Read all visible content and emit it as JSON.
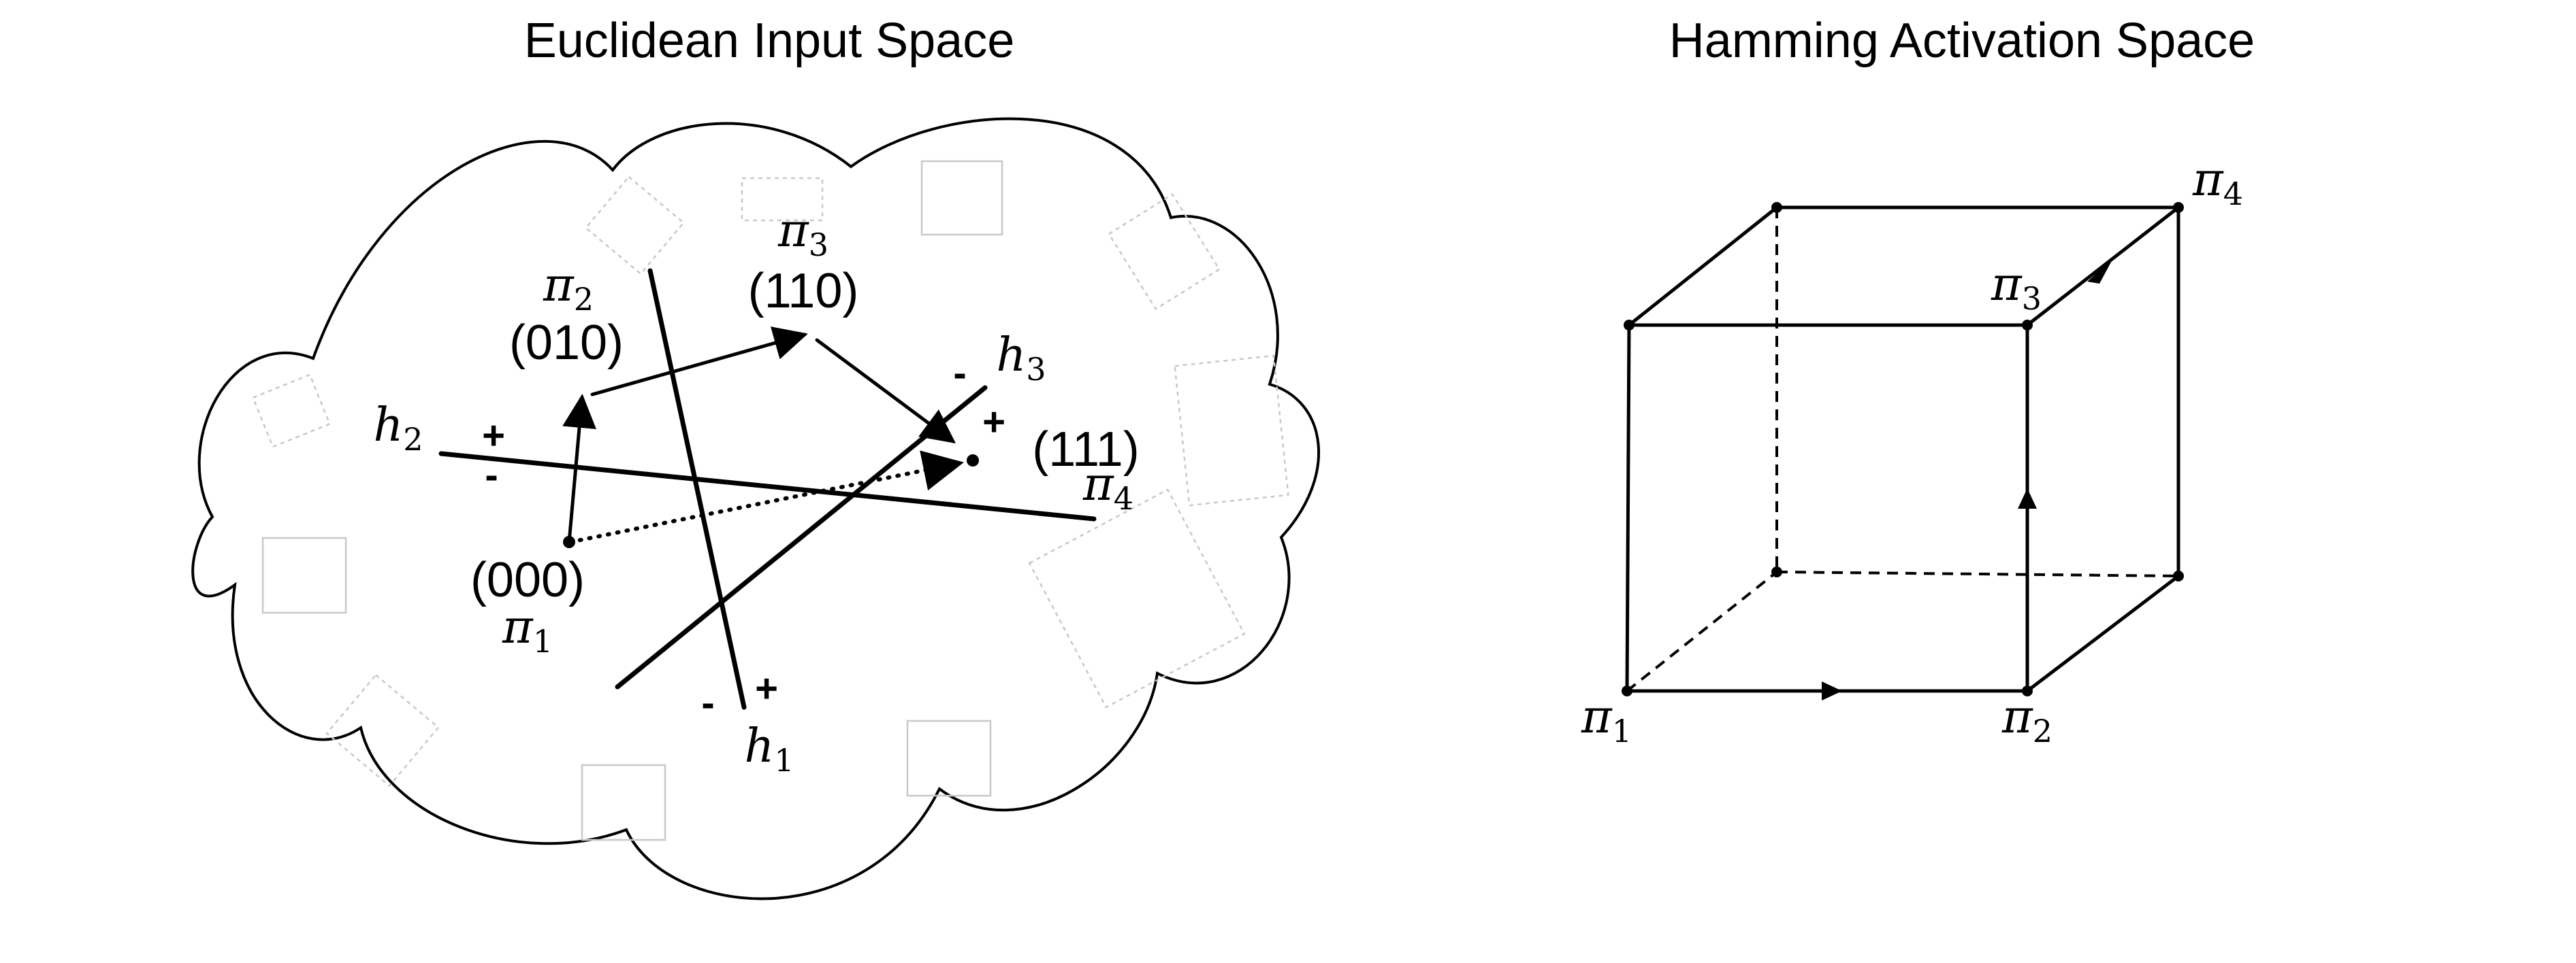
{
  "titles": {
    "left": "Euclidean Input Space",
    "right": "Hamming Activation Space"
  },
  "input_space": {
    "hyperplanes": [
      {
        "id": "h1",
        "symbol": "h",
        "subscript": "1",
        "plus": "+",
        "minus": "-"
      },
      {
        "id": "h2",
        "symbol": "h",
        "subscript": "2",
        "plus": "+",
        "minus": "-"
      },
      {
        "id": "h3",
        "symbol": "h",
        "subscript": "3",
        "plus": "+",
        "minus": "-"
      }
    ],
    "regions": [
      {
        "id": "pi1",
        "code": "(000)",
        "symbol": "π",
        "subscript": "1"
      },
      {
        "id": "pi2",
        "code": "(010)",
        "symbol": "π",
        "subscript": "2"
      },
      {
        "id": "pi3",
        "code": "(110)",
        "symbol": "π",
        "subscript": "3"
      },
      {
        "id": "pi4",
        "code": "(111)",
        "symbol": "π",
        "subscript": "4"
      }
    ]
  },
  "activation_space": {
    "vertices": [
      {
        "id": "pi1",
        "symbol": "π",
        "subscript": "1"
      },
      {
        "id": "pi2",
        "symbol": "π",
        "subscript": "2"
      },
      {
        "id": "pi3",
        "symbol": "π",
        "subscript": "3"
      },
      {
        "id": "pi4",
        "symbol": "π",
        "subscript": "4"
      }
    ]
  }
}
